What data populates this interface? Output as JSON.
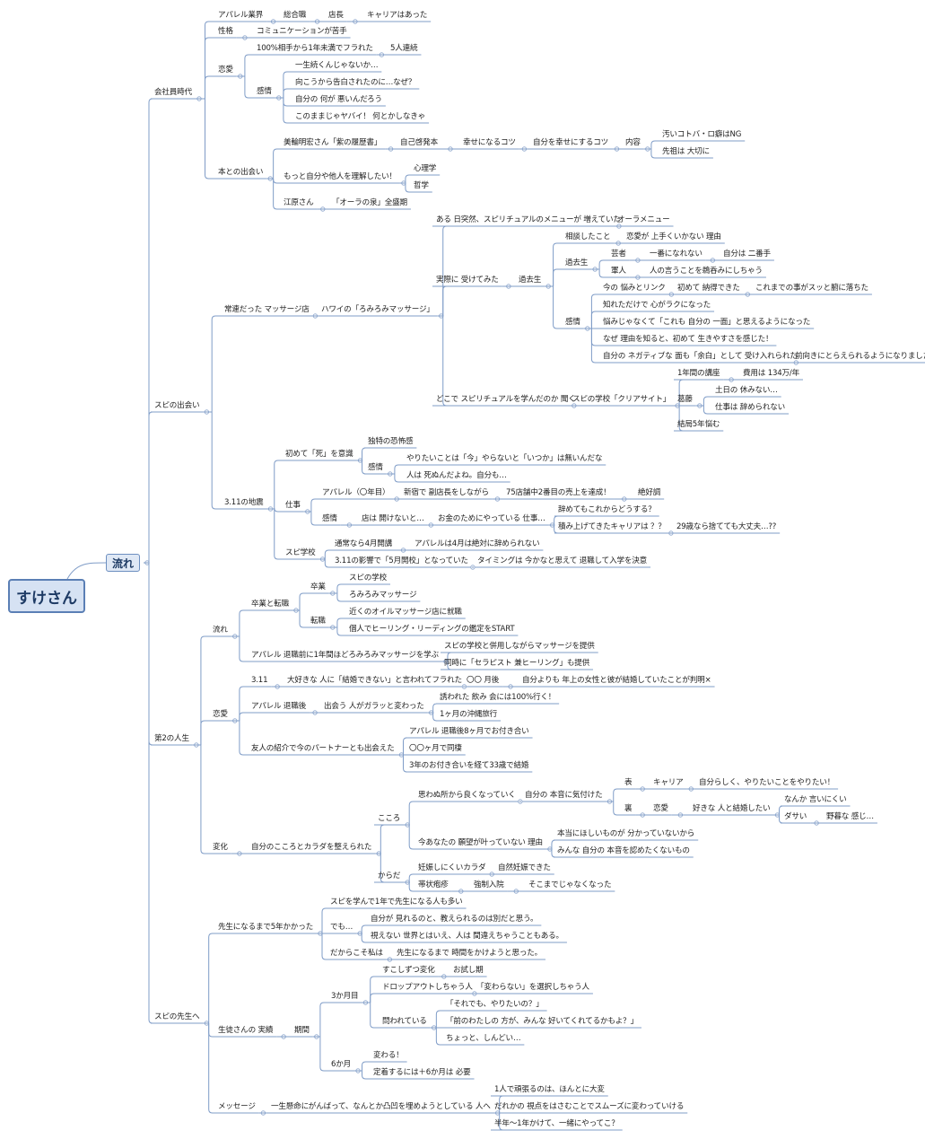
{
  "root": "すけさん",
  "main": "流れ",
  "s1": {
    "title": "会社員時代",
    "apparel": "アパレル業界",
    "sogo": "総合職",
    "tencho": "店長",
    "career": "キャリアはあった",
    "seikaku": "性格",
    "comm": "コミュニケーションが苦手",
    "renai": "恋愛",
    "furareta": "100%相手から1年未満でフラれた",
    "renzoku": "5人連続",
    "kanjo": "感情",
    "k1": "一生続くんじゃないか…",
    "k2": "向こうから告白されたのに…なぜ？",
    "k3": "自分の 何が 悪いんだろう",
    "k4": "このままじゃヤバイ！ 何とかしなきゃ",
    "hon": "本との出会い",
    "miwa": "美輪明宏さん「紫の履歴書」",
    "jiko": "自己啓発本",
    "shiawase": "幸せになるコツ",
    "jibun": "自分を幸せにするコツ",
    "naiyo": "内容",
    "n1": "汚いコトバ・ロ癖はNG",
    "n2": "先祖は 大切に",
    "motto": "もっと自分や他人を理解したい！",
    "shinri": "心理学",
    "tetsu": "哲学",
    "ehara": "江原さん",
    "aura_izumi": "「オーラの泉」全盛期"
  },
  "s2": {
    "title": "スピの出会い",
    "jouren": "常連だった マッサージ店",
    "hawaii": "ハワイの「ろみろみマッサージ」",
    "aruhi": "ある 日突然、スピリチュアルのメニューが 増えていた",
    "auramenu": "オーラメニュー",
    "jissai": "実際に 受けてみた",
    "kakose": "過去生",
    "soudan": "相談したこと",
    "soudan_v": "恋愛が 上手くいかない 理由",
    "kakose2": "過去生",
    "geisha": "芸者",
    "ichiban": "一番になれない",
    "jibun2": "自分は 二番手",
    "gunjin": "軍人",
    "hito": "人の言うことを鵜呑みにしちゃう",
    "kanjo2": "感情",
    "nayami": "今の 悩みとリンク",
    "hajimete": "初めて 納得できた",
    "koremade": "これまでの事がスッと腑に落ちた",
    "shitta": "知れただけで 心がラクになった",
    "nayamijanaku": "悩みじゃなくて「これも 自分の 一面」と思えるようになった",
    "naze": "なぜ 理由を知ると、初めて 生きやすさを感じた！",
    "negative": "自分の ネガティブな 面も「余白」として 受け入れられた",
    "maemuki": "前向きにとらえられるようになりました",
    "doko": "どこで スピリチュアルを学んだのか 聞く",
    "school": "スピの学校「クリアサイト」",
    "ichinen": "1年間の講座",
    "hiyou": "費用は 134万/年",
    "kattou": "葛藤",
    "donichi": "土日の 休みない…",
    "shigoto": "仕事は 辞められない",
    "kekkyoku": "結局5年悩む",
    "jishin": "3.11の地震",
    "shi": "初めて「死」を意識",
    "kyofu": "独特の恐怖感",
    "kanjo3": "感情",
    "yaritai": "やりたいことは「今」やらないと「いつか」は無いんだな",
    "hito_shinu": "人は 死ぬんだよね。自分も…",
    "shigoto2": "仕事",
    "apa0": "アパレル（〇年目）",
    "shinjuku": "新宿で 副店長をしながら",
    "uriage": "75店舗中2番目の売上を達成！",
    "zekkocho": "絶好調",
    "kanjo4": "感情",
    "mise": "店は 開けないと…",
    "okane": "お金のためにやっている 仕事…",
    "yametemo": "辞めてもこれからどうする？",
    "tsumiage": "積み上げてきたキャリアは ？？",
    "nijuku": "29歳なら捨てても大丈夫…??",
    "supigakko": "スピ学校",
    "tsujo": "通常なら4月開講",
    "apa4": "アパレルは4月は絶対に辞められない",
    "eikyo": "3.11の影響で「5月開校」となっていた",
    "timing": "タイミングは 今かなと思えて 退職して入学を決意"
  },
  "s3": {
    "title": "第2の人生",
    "nagare": "流れ",
    "sotsu_tenshoku": "卒業と転職",
    "sotsugyo": "卒業",
    "supi_school": "スピの学校",
    "romiromi": "ろみろみマッサージ",
    "tenshoku": "転職",
    "chikaku": "近くのオイルマッサージ店に就職",
    "kojin": "個人でヒーリング・リーディングの鑑定をSTART",
    "taishokumae": "アパレル 退職前に1年間ほどろみろみマッサージを学ぶ",
    "heiyo": "スピの学校と併用しながらマッサージを提供",
    "doji": "同時に「セラピスト 兼ヒーリング」も提供",
    "renai": "恋愛",
    "r311": "3.11",
    "daisuki": "大好きな 人に「結婚できない」と言われてフラれた",
    "ogetsu": "〇〇 月後",
    "toshiue": "自分よりも 年上の女性と彼が結婚していたことが判明×",
    "taishokugo": "アパレル 退職後",
    "deau": "出会う 人がガラッと変わった",
    "sasowareta": "誘われた 飲み 会には100%行く！",
    "okinawa": "1ヶ月の沖縄旅行",
    "yujin": "友人の紹介で今のパートナーとも出会えた",
    "tsukiai": "アパレル 退職後8ヶ月でお付き合い",
    "dosei": "〇〇ヶ月で同棲",
    "kekkon": "3年のお付き合いを経て33歳で結婚",
    "henka": "変化",
    "totonoe": "自分のこころとカラダを整えられた",
    "kokoro": "こころ",
    "omowanu": "思わぬ所から良くなっていく",
    "honne": "自分の 本音に気付けた",
    "omote": "表",
    "career2": "キャリア",
    "jibunrashiku": "自分らしく、やりたいことをやりたい！",
    "ura": "裏",
    "renai2": "恋愛",
    "sukina": "好きな 人と結婚したい",
    "nanka": "なんか 言いにくい",
    "dasai": "ダサい",
    "yabo": "野暮な 感じ…",
    "ima": "今あなたの 願望が叶っていない 理由",
    "hontou": "本当にほしいものが 分かっていないから",
    "minna": "みんな 自分の 本音を認めたくないもの",
    "karada": "からだ",
    "ninshin": "妊娠しにくいカラダ",
    "shizen": "自然妊娠できた",
    "taijo": "帯状疱疹",
    "kyosei": "強制入院",
    "sokomade": "そこまでじゃなくなった"
  },
  "s4": {
    "title": "スピの先生へ",
    "sensei": "先生になるまで5年かかった",
    "manande": "スピを学んで1年で先生になる人も多い",
    "demo": "でも…",
    "mieru": "自分が 見れるのと、教えられるのは別だと思う。",
    "mienai": "視えない 世界とはいえ、人は 間違えちゃうこともある。",
    "dakara": "だからこそ私は",
    "jikan": "先生になるまで 時間をかけようと思った。",
    "seito": "生徒さんの 実績",
    "kikan": "期間",
    "sankagetsu": "3か月目",
    "sukoshi": "すこしずつ変化",
    "otameshi": "お試し期",
    "dropout": "ドロップアウトしちゃう人",
    "kawaranai": "「変わらない」を選択しちゃう人",
    "towarete": "問われている",
    "soredemo": "「それでも、やりたいの？」",
    "mae": "「前のわたしの 方が、みんな 好いてくれてるかもよ？」",
    "chotto": "ちょっと、しんどい…",
    "rokkagetsu": "6か月",
    "kawaru": "変わる！",
    "teichaku": "定着するには＋6か月は 必要",
    "message": "メッセージ",
    "issho": "一生懸命にがんばって、なんとか凸凹を埋めようとしている 人へ",
    "hitori": "1人で頑張るのは、ほんとに大変",
    "dareka": "だれかの 視点をはさむことでスムーズに変わっていける",
    "hantoshi": "半年〜1年かけて、一緒にやってこ？"
  }
}
